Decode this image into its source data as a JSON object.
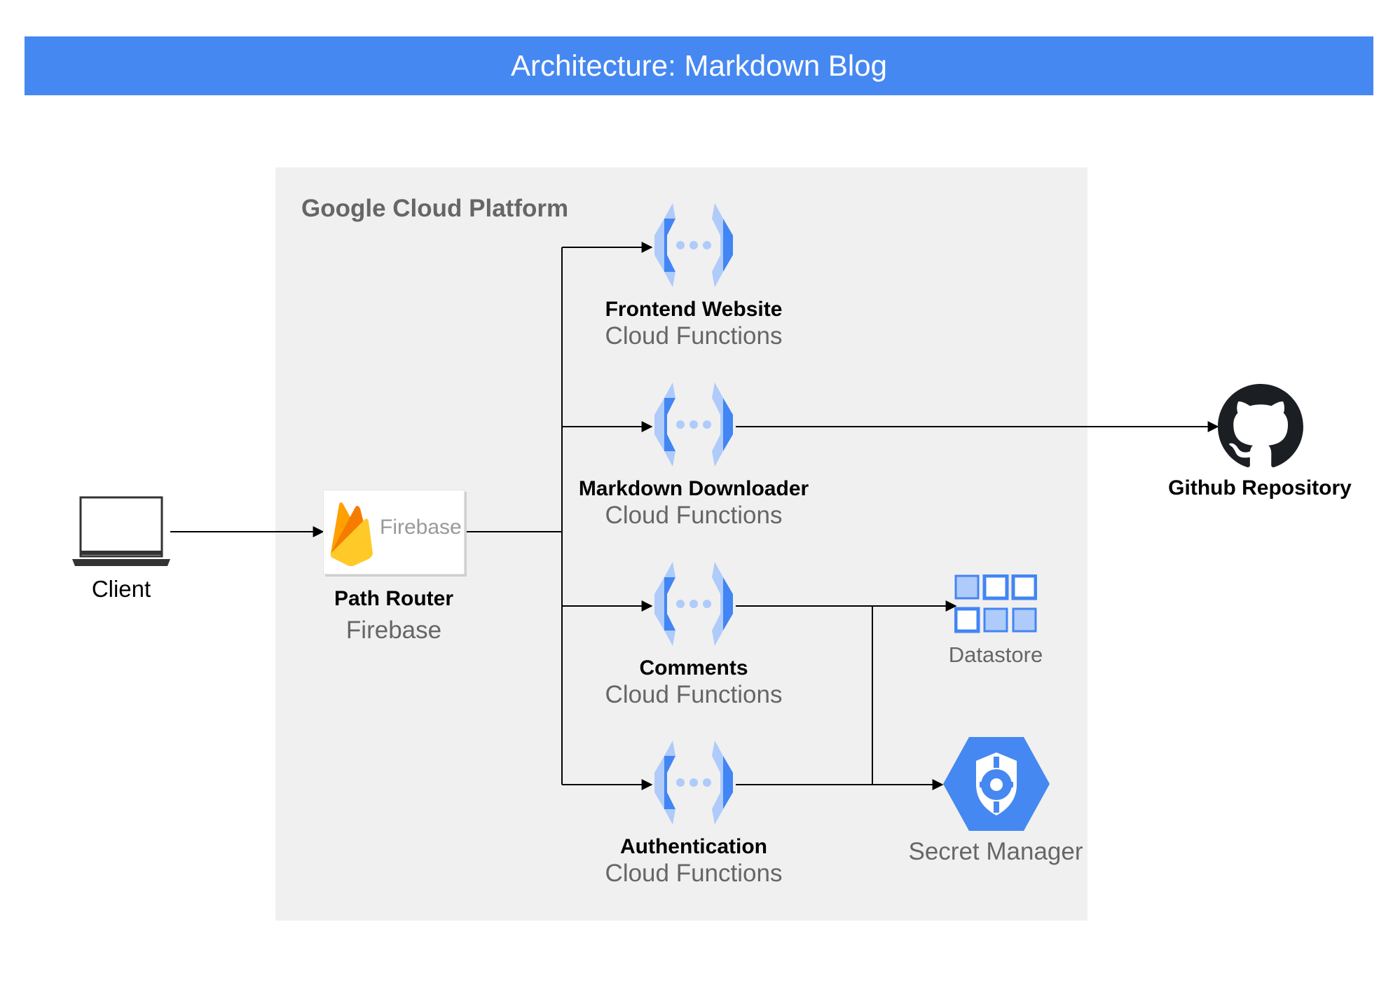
{
  "title": "Architecture: Markdown Blog",
  "platform": {
    "label": "Google Cloud Platform"
  },
  "client": {
    "label": "Client",
    "icon": "laptop-icon"
  },
  "router": {
    "name": "Path Router",
    "service": "Firebase",
    "logo_text": "Firebase",
    "icon": "firebase-icon"
  },
  "functions": [
    {
      "name": "Frontend Website",
      "service": "Cloud Functions",
      "icon": "cloud-functions-icon"
    },
    {
      "name": "Markdown Downloader",
      "service": "Cloud Functions",
      "icon": "cloud-functions-icon"
    },
    {
      "name": "Comments",
      "service": "Cloud Functions",
      "icon": "cloud-functions-icon"
    },
    {
      "name": "Authentication",
      "service": "Cloud Functions",
      "icon": "cloud-functions-icon"
    }
  ],
  "github": {
    "label": "Github Repository",
    "icon": "github-icon"
  },
  "datastore": {
    "label": "Datastore",
    "icon": "datastore-icon"
  },
  "secret_manager": {
    "label": "Secret Manager",
    "icon": "secret-manager-icon"
  },
  "colors": {
    "title_bar": "#4688f1",
    "gcp_background": "#f0f0f0",
    "gcp_blue_dark": "#4285f4",
    "gcp_blue_light": "#aecbfa",
    "label_gray": "#666666"
  }
}
